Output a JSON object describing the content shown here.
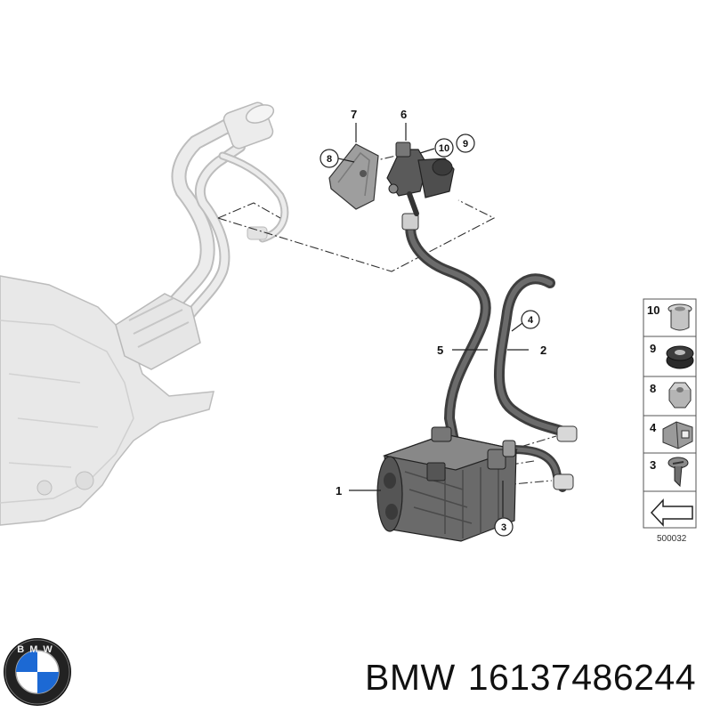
{
  "callouts": {
    "c1": "1",
    "c2": "2",
    "c3": "3",
    "c4": "4",
    "c5": "5",
    "c6": "6",
    "c7": "7",
    "c8": "8",
    "c9": "9",
    "c10": "10"
  },
  "legend": {
    "items": [
      "10",
      "9",
      "8",
      "4",
      "3"
    ],
    "diagram_number": "500032"
  },
  "footer": {
    "brand": "BMW",
    "part_number": "16137486244"
  },
  "logo": {
    "letters": "BMW"
  },
  "colors": {
    "ghost_part": "#e3e3e3",
    "ghost_edge": "#b9b9b9",
    "hose": "#4a4a4a",
    "canister": "#5c5c5c",
    "logo_blue": "#1c69d4"
  }
}
